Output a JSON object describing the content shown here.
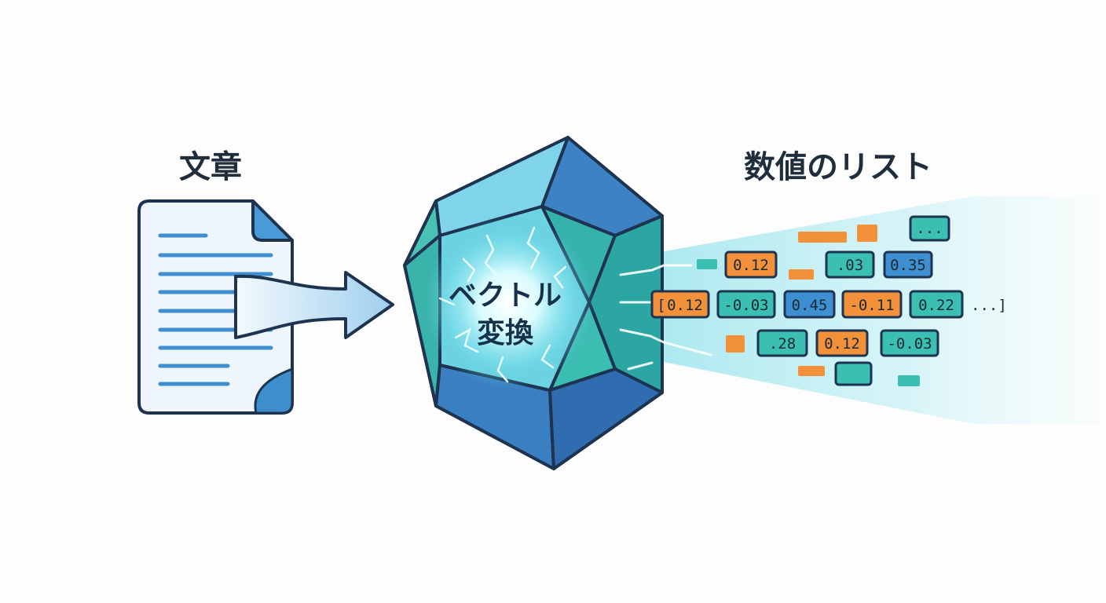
{
  "labels": {
    "left_title": "文章",
    "right_title": "数値のリスト",
    "center_line1": "ベクトル",
    "center_line2": "変換"
  },
  "vector": {
    "row_main": {
      "open_bracket": "[",
      "values": [
        "0.12",
        "-0.03",
        "0.45",
        "-0.11",
        "0.22"
      ],
      "ellipsis": "...]"
    },
    "row_top": [
      "0.12",
      ".03",
      "0.35"
    ],
    "row_bottom": [
      ".28",
      "0.12",
      "-0.03"
    ],
    "top_right_chip": "..."
  },
  "colors": {
    "outline": "#1e3350",
    "teal": "#3bbfb3",
    "blue": "#3d8fd1",
    "orange": "#f2913a",
    "document": "#eef5fb",
    "text_lines": "#3f8fd0"
  }
}
